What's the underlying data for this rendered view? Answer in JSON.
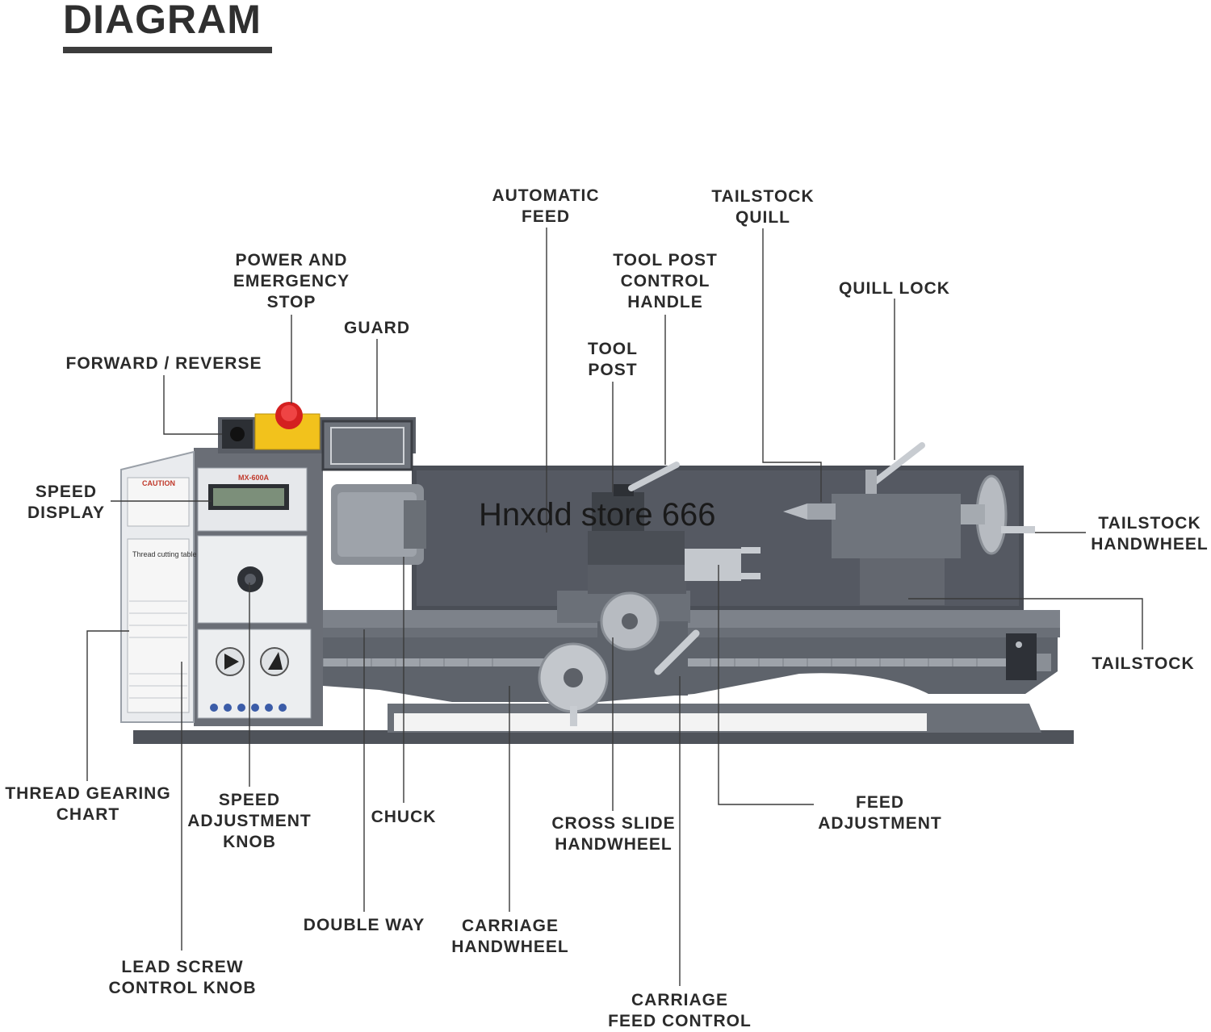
{
  "title": "DIAGRAM",
  "watermark": "Hnxdd store 666",
  "machine_model_text": "MX-600A",
  "labels": {
    "automatic_feed": [
      "AUTOMATIC",
      "FEED"
    ],
    "tailstock_quill": [
      "TAILSTOCK",
      "QUILL"
    ],
    "power_emergency_stop": [
      "POWER AND",
      "EMERGENCY",
      "STOP"
    ],
    "tool_post_control_handle": [
      "TOOL POST",
      "CONTROL",
      "HANDLE"
    ],
    "quill_lock": [
      "QUILL LOCK"
    ],
    "guard": [
      "GUARD"
    ],
    "tool_post": [
      "TOOL",
      "POST"
    ],
    "forward_reverse": [
      "FORWARD / REVERSE"
    ],
    "speed_display": [
      "SPEED",
      "DISPLAY"
    ],
    "tailstock_handwheel": [
      "TAILSTOCK",
      "HANDWHEEL"
    ],
    "tailstock": [
      "TAILSTOCK"
    ],
    "thread_gearing_chart": [
      "THREAD GEARING",
      "CHART"
    ],
    "speed_adjustment_knob": [
      "SPEED",
      "ADJUSTMENT",
      "KNOB"
    ],
    "chuck": [
      "CHUCK"
    ],
    "cross_slide_handwheel": [
      "CROSS SLIDE",
      "HANDWHEEL"
    ],
    "feed_adjustment": [
      "FEED",
      "ADJUSTMENT"
    ],
    "double_way": [
      "DOUBLE WAY"
    ],
    "carriage_handwheel": [
      "CARRIAGE",
      "HANDWHEEL"
    ],
    "lead_screw_control_knob": [
      "LEAD SCREW",
      "CONTROL KNOB"
    ],
    "carriage_feed_control": [
      "CARRIAGE",
      "FEED CONTROL"
    ]
  },
  "colors": {
    "label_text": "#2b2b2b",
    "leader_line": "#3a3a3a",
    "bed": "#5b5f66",
    "panel": "#e9ebee",
    "emergency_red": "#d42020",
    "switch_yellow": "#f2c21c"
  }
}
